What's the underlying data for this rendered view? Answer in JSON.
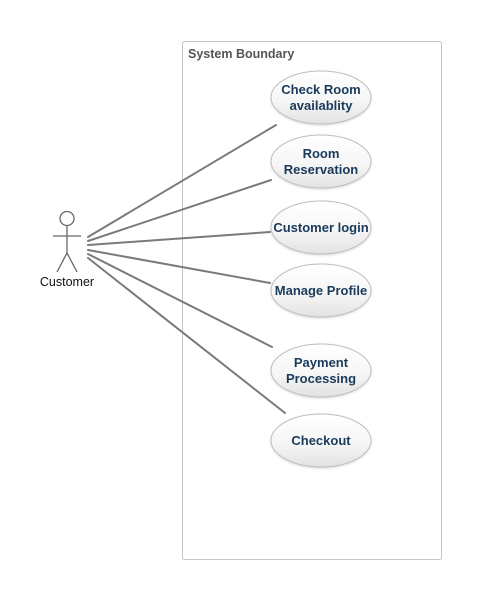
{
  "boundary": {
    "title": "System Boundary"
  },
  "actor": {
    "name": "Customer"
  },
  "use_cases": [
    {
      "line1": "Check Room",
      "line2": "availablity"
    },
    {
      "line1": "Room",
      "line2": "Reservation"
    },
    {
      "line1": "Customer login",
      "line2": ""
    },
    {
      "line1": "Manage Profile",
      "line2": ""
    },
    {
      "line1": "Payment",
      "line2": "Processing"
    },
    {
      "line1": "Checkout",
      "line2": ""
    }
  ],
  "colors": {
    "boundary_stroke": "#c4c4c4",
    "association_line": "#7a7a7a",
    "usecase_fill_top": "#ffffff",
    "usecase_fill_bottom": "#e4e4e4",
    "usecase_stroke": "#bdbdbd",
    "usecase_text": "#1a3a5a"
  }
}
